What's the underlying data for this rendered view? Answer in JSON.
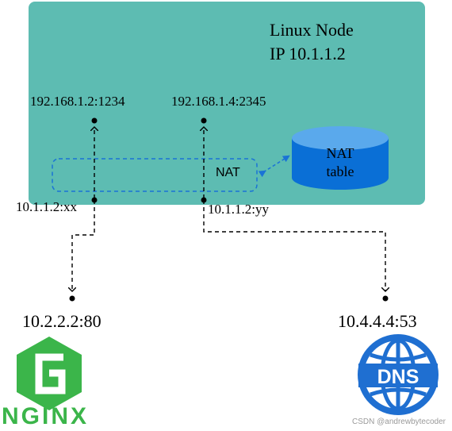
{
  "node": {
    "title": "Linux Node",
    "ip": "IP 10.1.1.2"
  },
  "endpoints": {
    "client_a": "192.168.1.2:1234",
    "client_b": "192.168.1.4:2345",
    "snat_a": "10.1.1.2:xx",
    "snat_b": "10.1.1.2:yy",
    "dest_a": "10.2.2.2:80",
    "dest_b": "10.4.4.4:53"
  },
  "nat": {
    "label": "NAT",
    "table_label_line1": "NAT",
    "table_label_line2": "table"
  },
  "logos": {
    "left": "NGINX",
    "left_icon": "nginx-logo",
    "right": "DNS",
    "right_icon": "dns-globe-icon"
  },
  "watermark": "CSDN @andrewbytecoder",
  "colors": {
    "node_background": "#5dbcb2",
    "nat_box_border": "#1a73d6",
    "db_body": "#0a6fd6",
    "db_top": "#5aa9ec",
    "nginx_green": "#3bb54a",
    "dns_blue": "#1f6fd1"
  }
}
